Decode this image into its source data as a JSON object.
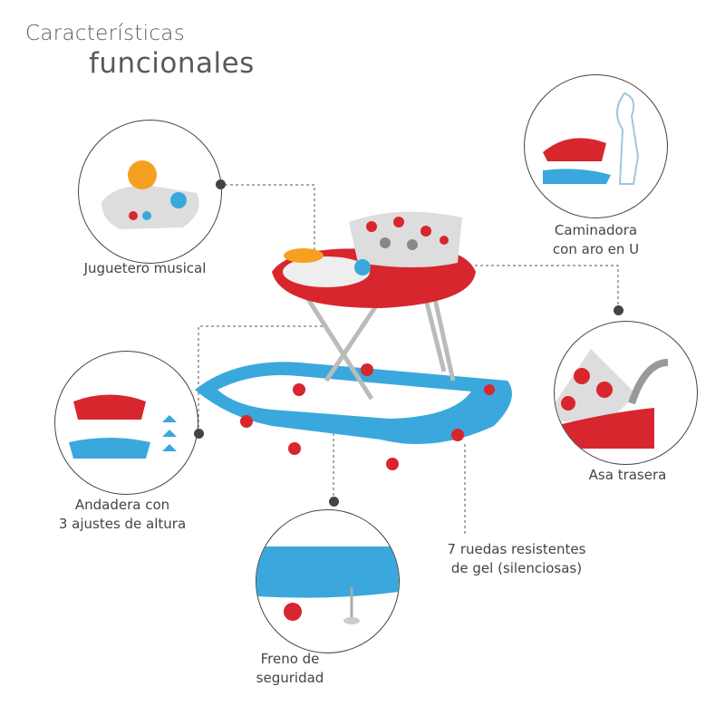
{
  "title": {
    "line1": "Características",
    "line2": "funcionales"
  },
  "features": [
    {
      "label": "Juguetero musical"
    },
    {
      "label_l1": "Caminadora",
      "label_l2": "con aro en U"
    },
    {
      "label": "Asa trasera"
    },
    {
      "label_l1": "Andadera con",
      "label_l2": "3 ajustes de altura"
    },
    {
      "label_l1": "Freno de",
      "label_l2": "seguridad"
    },
    {
      "label_l1": "7 ruedas resistentes",
      "label_l2": "de gel (silenciosas)"
    }
  ],
  "colors": {
    "red": "#d8262e",
    "blue": "#3aa8dc",
    "text": "#444444"
  }
}
